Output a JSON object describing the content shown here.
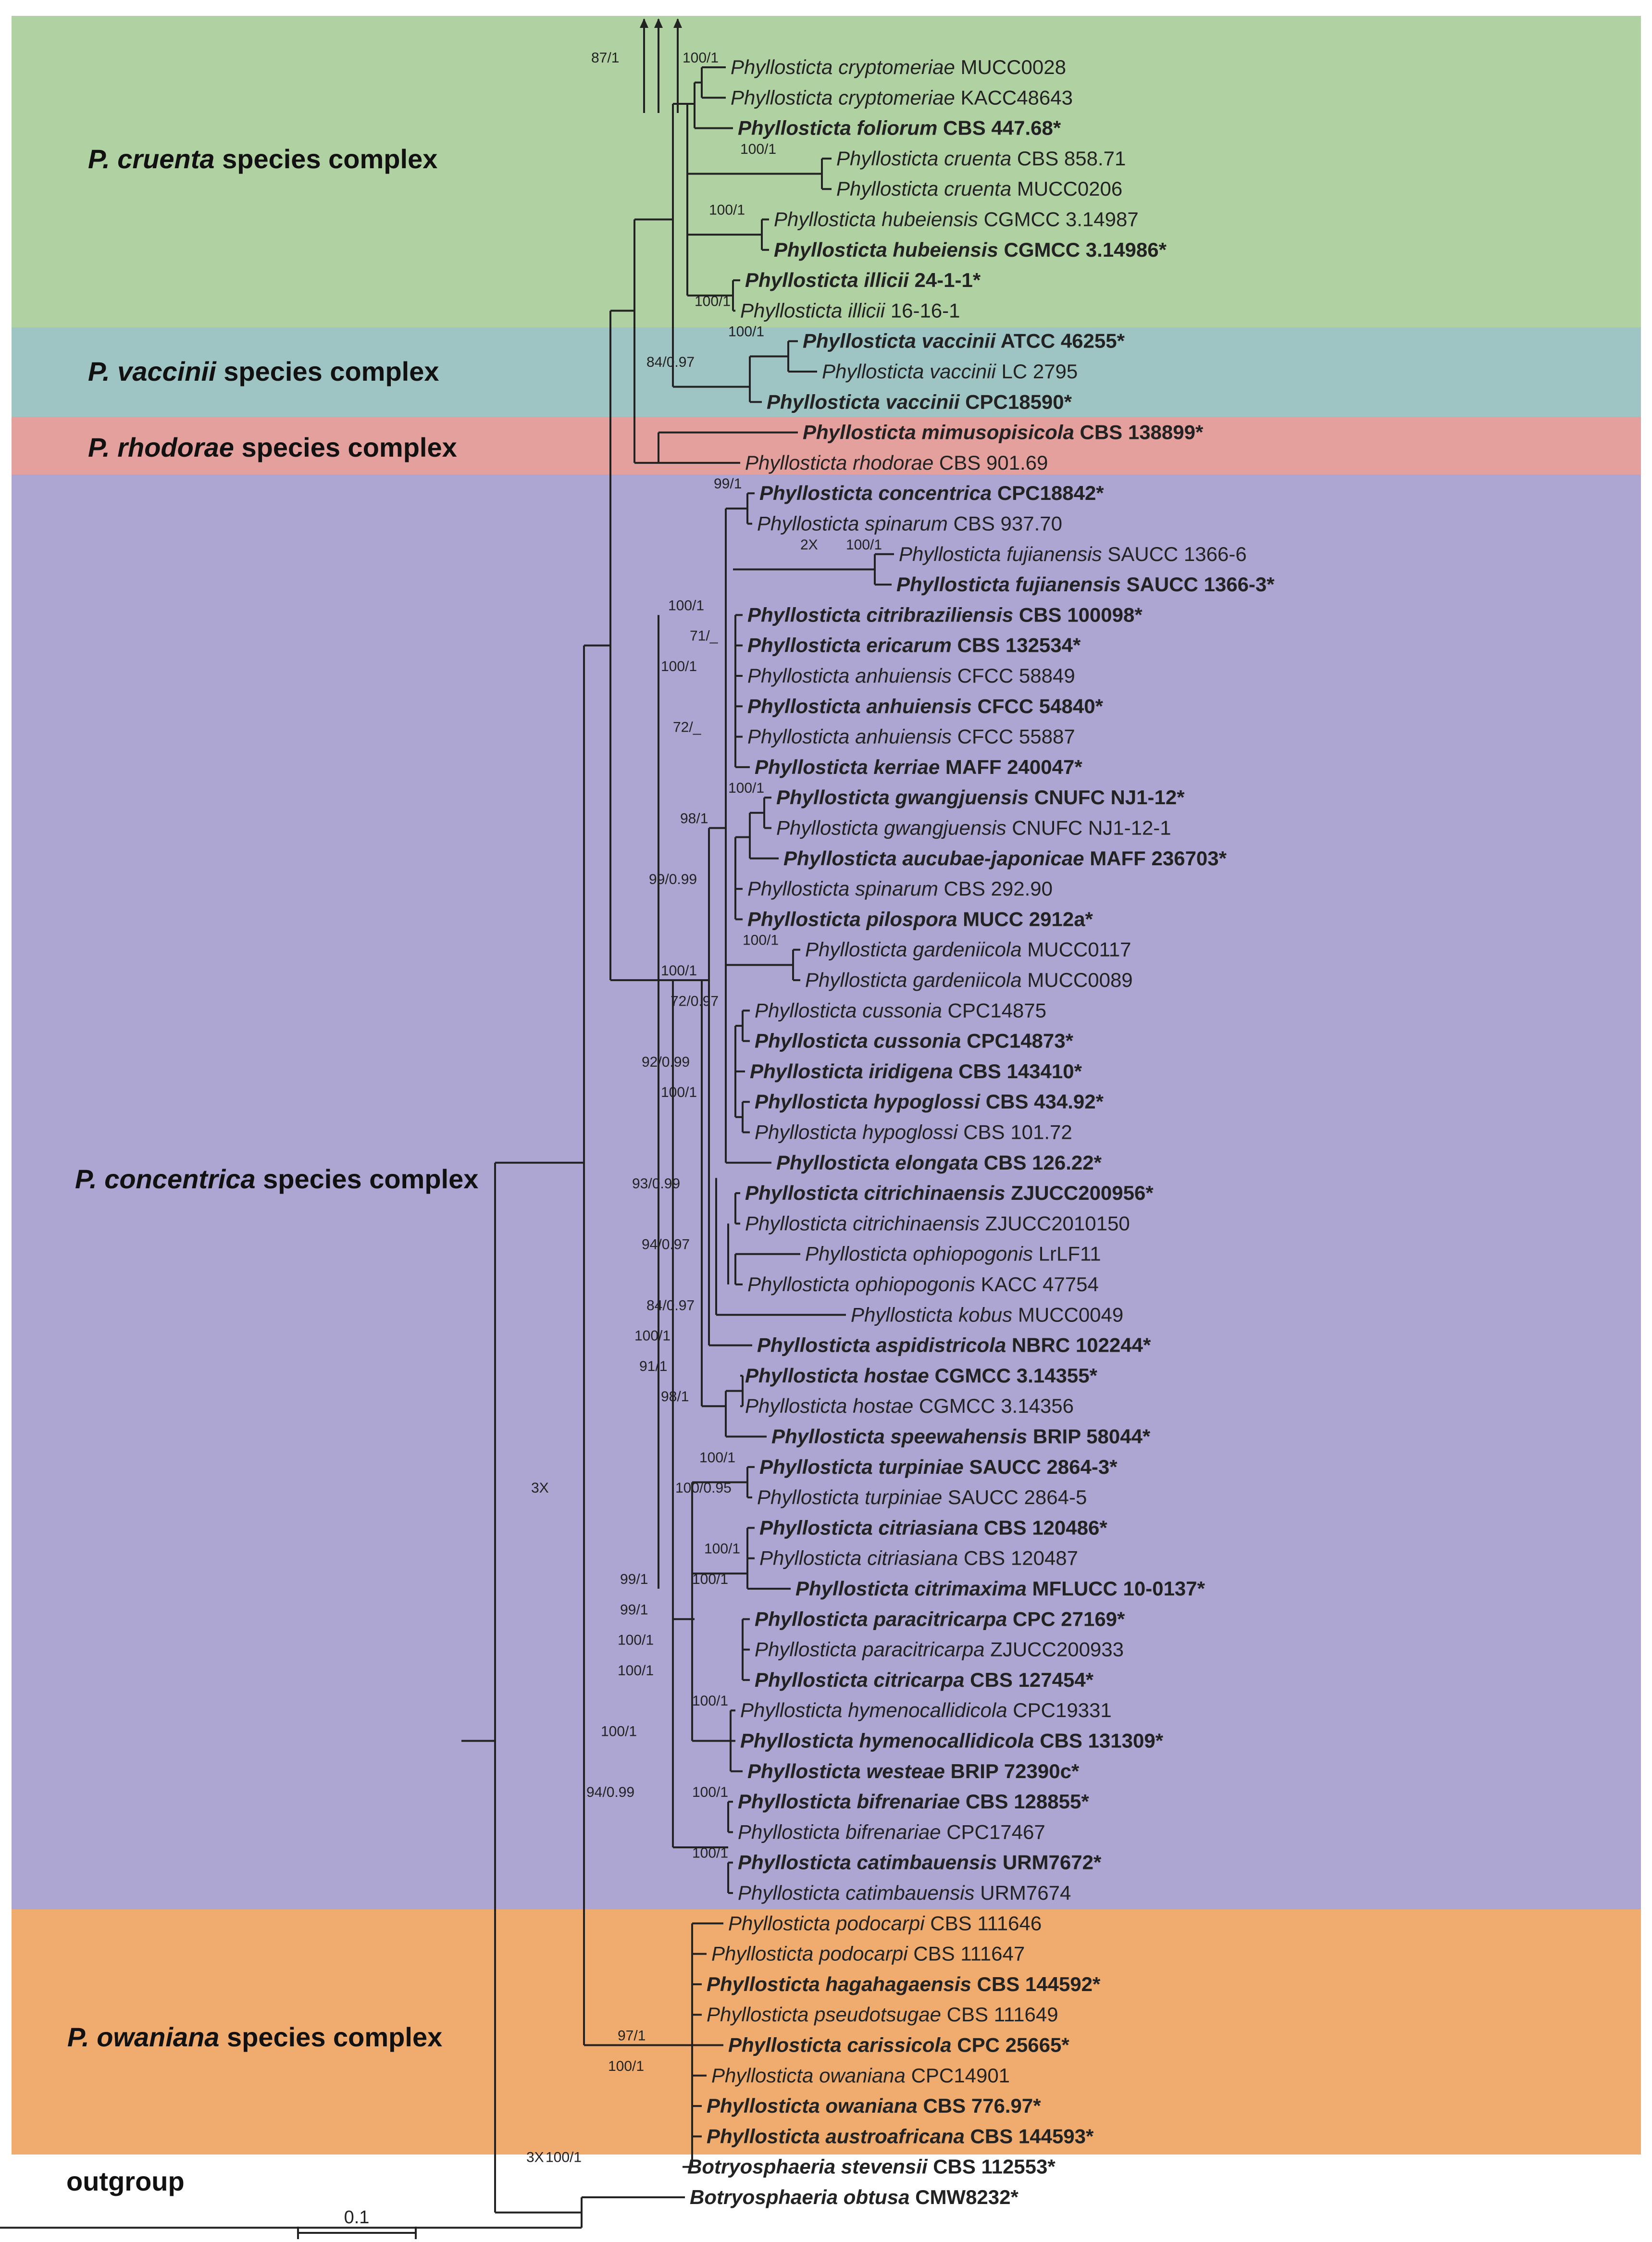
{
  "colors": {
    "cruenta": "#b0d1a1",
    "vaccinii": "#9ec4c4",
    "rhodorae": "#e4a09c",
    "concentrica": "#ada5d2",
    "owaniana": "#efac6e",
    "new_species": "#e8473a"
  },
  "clades": [
    {
      "italic": "P. cruenta",
      "suffix": " species complex"
    },
    {
      "italic": "P. vaccinii",
      "suffix": " species complex"
    },
    {
      "italic": "P. rhodorae",
      "suffix": " species complex"
    },
    {
      "italic": "P. concentrica",
      "suffix": " species complex"
    },
    {
      "italic": "P. owaniana",
      "suffix": " species complex"
    },
    {
      "italic": "",
      "suffix": "outgroup"
    }
  ],
  "taxa": [
    {
      "genus": "Phyllosticta",
      "species": "cryptomeriae",
      "strain": "MUCC0028",
      "bold": false,
      "new": false
    },
    {
      "genus": "Phyllosticta",
      "species": "cryptomeriae",
      "strain": "KACC48643",
      "bold": false,
      "new": false
    },
    {
      "genus": "Phyllosticta",
      "species": "foliorum",
      "strain": "CBS 447.68*",
      "bold": true,
      "new": false
    },
    {
      "genus": "Phyllosticta",
      "species": "cruenta",
      "strain": "CBS 858.71",
      "bold": false,
      "new": false
    },
    {
      "genus": "Phyllosticta",
      "species": "cruenta",
      "strain": "MUCC0206",
      "bold": false,
      "new": false
    },
    {
      "genus": "Phyllosticta",
      "species": "hubeiensis",
      "strain": "CGMCC 3.14987",
      "bold": false,
      "new": false
    },
    {
      "genus": "Phyllosticta",
      "species": "hubeiensis",
      "strain": "CGMCC 3.14986*",
      "bold": true,
      "new": false
    },
    {
      "genus": "Phyllosticta",
      "species": "illicii",
      "strain": "24-1-1*",
      "bold": true,
      "new": false
    },
    {
      "genus": "Phyllosticta",
      "species": "illicii",
      "strain": "16-16-1",
      "bold": false,
      "new": false
    },
    {
      "genus": "Phyllosticta",
      "species": "vaccinii",
      "strain": "ATCC 46255*",
      "bold": true,
      "new": false
    },
    {
      "genus": "Phyllosticta",
      "species": "vaccinii",
      "strain": "LC 2795",
      "bold": false,
      "new": false
    },
    {
      "genus": "Phyllosticta",
      "species": "vaccinii",
      "strain": "CPC18590*",
      "bold": true,
      "new": false
    },
    {
      "genus": "Phyllosticta",
      "species": "mimusopisicola",
      "strain": "CBS 138899*",
      "bold": true,
      "new": false
    },
    {
      "genus": "Phyllosticta",
      "species": "rhodorae",
      "strain": "CBS 901.69",
      "bold": false,
      "new": false
    },
    {
      "genus": "Phyllosticta",
      "species": "concentrica",
      "strain": "CPC18842*",
      "bold": true,
      "new": false
    },
    {
      "genus": "Phyllosticta",
      "species": "spinarum",
      "strain": "CBS 937.70",
      "bold": false,
      "new": false
    },
    {
      "genus": "Phyllosticta",
      "species": "fujianensis",
      "strain": "SAUCC 1366-6",
      "bold": false,
      "new": true
    },
    {
      "genus": "Phyllosticta",
      "species": "fujianensis",
      "strain": "SAUCC 1366-3*",
      "bold": true,
      "new": true
    },
    {
      "genus": "Phyllosticta",
      "species": "citribraziliensis",
      "strain": "CBS 100098*",
      "bold": true,
      "new": false
    },
    {
      "genus": "Phyllosticta",
      "species": "ericarum",
      "strain": "CBS 132534*",
      "bold": true,
      "new": false
    },
    {
      "genus": "Phyllosticta",
      "species": "anhuiensis",
      "strain": "CFCC 58849",
      "bold": false,
      "new": false
    },
    {
      "genus": "Phyllosticta",
      "species": "anhuiensis",
      "strain": "CFCC 54840*",
      "bold": true,
      "new": false
    },
    {
      "genus": "Phyllosticta",
      "species": "anhuiensis",
      "strain": "CFCC 55887",
      "bold": false,
      "new": false
    },
    {
      "genus": "Phyllosticta",
      "species": "kerriae",
      "strain": "MAFF 240047*",
      "bold": true,
      "new": false
    },
    {
      "genus": "Phyllosticta",
      "species": "gwangjuensis",
      "strain": "CNUFC NJ1-12*",
      "bold": true,
      "new": false
    },
    {
      "genus": "Phyllosticta",
      "species": "gwangjuensis",
      "strain": "CNUFC NJ1-12-1",
      "bold": false,
      "new": false
    },
    {
      "genus": "Phyllosticta",
      "species": "aucubae-japonicae",
      "strain": "MAFF 236703*",
      "bold": true,
      "new": false
    },
    {
      "genus": "Phyllosticta",
      "species": "spinarum",
      "strain": "CBS 292.90",
      "bold": false,
      "new": false
    },
    {
      "genus": "Phyllosticta",
      "species": "pilospora",
      "strain": "MUCC 2912a*",
      "bold": true,
      "new": false
    },
    {
      "genus": "Phyllosticta",
      "species": "gardeniicola",
      "strain": "MUCC0117",
      "bold": false,
      "new": false
    },
    {
      "genus": "Phyllosticta",
      "species": "gardeniicola",
      "strain": "MUCC0089",
      "bold": false,
      "new": false
    },
    {
      "genus": "Phyllosticta",
      "species": "cussonia",
      "strain": "CPC14875",
      "bold": false,
      "new": false
    },
    {
      "genus": "Phyllosticta",
      "species": "cussonia",
      "strain": "CPC14873*",
      "bold": true,
      "new": false
    },
    {
      "genus": "Phyllosticta",
      "species": "iridigena",
      "strain": "CBS 143410*",
      "bold": true,
      "new": false
    },
    {
      "genus": "Phyllosticta",
      "species": "hypoglossi",
      "strain": "CBS 434.92*",
      "bold": true,
      "new": false
    },
    {
      "genus": "Phyllosticta",
      "species": "hypoglossi",
      "strain": "CBS 101.72",
      "bold": false,
      "new": false
    },
    {
      "genus": "Phyllosticta",
      "species": "elongata",
      "strain": "CBS 126.22*",
      "bold": true,
      "new": false
    },
    {
      "genus": "Phyllosticta",
      "species": "citrichinaensis",
      "strain": "ZJUCC200956*",
      "bold": true,
      "new": false
    },
    {
      "genus": "Phyllosticta",
      "species": "citrichinaensis",
      "strain": "ZJUCC2010150",
      "bold": false,
      "new": false
    },
    {
      "genus": "Phyllosticta",
      "species": "ophiopogonis",
      "strain": "LrLF11",
      "bold": false,
      "new": false
    },
    {
      "genus": "Phyllosticta",
      "species": "ophiopogonis",
      "strain": "KACC 47754",
      "bold": false,
      "new": false
    },
    {
      "genus": "Phyllosticta",
      "species": "kobus",
      "strain": "MUCC0049",
      "bold": false,
      "new": false
    },
    {
      "genus": "Phyllosticta",
      "species": "aspidistricola",
      "strain": "NBRC 102244*",
      "bold": true,
      "new": false
    },
    {
      "genus": "Phyllosticta",
      "species": "hostae",
      "strain": "CGMCC 3.14355*",
      "bold": true,
      "new": false
    },
    {
      "genus": "Phyllosticta",
      "species": "hostae",
      "strain": "CGMCC 3.14356",
      "bold": false,
      "new": false
    },
    {
      "genus": "Phyllosticta",
      "species": "speewahensis",
      "strain": "BRIP 58044*",
      "bold": true,
      "new": false
    },
    {
      "genus": "Phyllosticta",
      "species": "turpiniae",
      "strain": "SAUCC 2864-3*",
      "bold": true,
      "new": true
    },
    {
      "genus": "Phyllosticta",
      "species": "turpiniae",
      "strain": "SAUCC 2864-5",
      "bold": false,
      "new": true
    },
    {
      "genus": "Phyllosticta",
      "species": "citriasiana",
      "strain": "CBS 120486*",
      "bold": true,
      "new": false
    },
    {
      "genus": "Phyllosticta",
      "species": "citriasiana",
      "strain": "CBS 120487",
      "bold": false,
      "new": false
    },
    {
      "genus": "Phyllosticta",
      "species": "citrimaxima",
      "strain": "MFLUCC 10-0137*",
      "bold": true,
      "new": false
    },
    {
      "genus": "Phyllosticta",
      "species": "paracitricarpa",
      "strain": "CPC 27169*",
      "bold": true,
      "new": false
    },
    {
      "genus": "Phyllosticta",
      "species": "paracitricarpa",
      "strain": "ZJUCC200933",
      "bold": false,
      "new": false
    },
    {
      "genus": "Phyllosticta",
      "species": "citricarpa",
      "strain": "CBS 127454*",
      "bold": true,
      "new": false
    },
    {
      "genus": "Phyllosticta",
      "species": "hymenocallidicola",
      "strain": "CPC19331",
      "bold": false,
      "new": false
    },
    {
      "genus": "Phyllosticta",
      "species": "hymenocallidicola",
      "strain": "CBS 131309*",
      "bold": true,
      "new": false
    },
    {
      "genus": "Phyllosticta",
      "species": "westeae",
      "strain": "BRIP 72390c*",
      "bold": true,
      "new": false
    },
    {
      "genus": "Phyllosticta",
      "species": "bifrenariae",
      "strain": "CBS 128855*",
      "bold": true,
      "new": false
    },
    {
      "genus": "Phyllosticta",
      "species": "bifrenariae",
      "strain": "CPC17467",
      "bold": false,
      "new": false
    },
    {
      "genus": "Phyllosticta",
      "species": "catimbauensis",
      "strain": "URM7672*",
      "bold": true,
      "new": false
    },
    {
      "genus": "Phyllosticta",
      "species": "catimbauensis",
      "strain": "URM7674",
      "bold": false,
      "new": false
    },
    {
      "genus": "Phyllosticta",
      "species": "podocarpi",
      "strain": "CBS 111646",
      "bold": false,
      "new": false
    },
    {
      "genus": "Phyllosticta",
      "species": "podocarpi",
      "strain": "CBS 111647",
      "bold": false,
      "new": false
    },
    {
      "genus": "Phyllosticta",
      "species": "hagahagaensis",
      "strain": "CBS 144592*",
      "bold": true,
      "new": false
    },
    {
      "genus": "Phyllosticta",
      "species": "pseudotsugae",
      "strain": "CBS 111649",
      "bold": false,
      "new": false
    },
    {
      "genus": "Phyllosticta",
      "species": "carissicola",
      "strain": "CPC 25665*",
      "bold": true,
      "new": false
    },
    {
      "genus": "Phyllosticta",
      "species": "owaniana",
      "strain": "CPC14901",
      "bold": false,
      "new": false
    },
    {
      "genus": "Phyllosticta",
      "species": "owaniana",
      "strain": "CBS 776.97*",
      "bold": true,
      "new": false
    },
    {
      "genus": "Phyllosticta",
      "species": "austroafricana",
      "strain": "CBS 144593*",
      "bold": true,
      "new": false
    },
    {
      "genus": "Botryosphaeria",
      "species": "stevensii",
      "strain": "CBS 112553*",
      "bold": true,
      "new": false
    },
    {
      "genus": "Botryosphaeria",
      "species": "obtusa",
      "strain": "CMW8232*",
      "bold": true,
      "new": false
    }
  ],
  "supports": [
    {
      "text": "87/1",
      "taxon": 0
    },
    {
      "text": "100/1",
      "taxon": 0
    },
    {
      "text": "100/1",
      "taxon": 3
    },
    {
      "text": "100/1",
      "taxon": 5
    },
    {
      "text": "100/1",
      "taxon": 8
    },
    {
      "text": "100/1",
      "taxon": 9
    },
    {
      "text": "84/0.97",
      "taxon": 10
    },
    {
      "text": "99/1",
      "taxon": 14
    },
    {
      "text": "2X",
      "taxon": 16
    },
    {
      "text": "100/1",
      "taxon": 16
    },
    {
      "text": "100/1",
      "taxon": 18
    },
    {
      "text": "71/_",
      "taxon": 19
    },
    {
      "text": "100/1",
      "taxon": 20
    },
    {
      "text": "72/_",
      "taxon": 22
    },
    {
      "text": "100/1",
      "taxon": 24
    },
    {
      "text": "98/1",
      "taxon": 25
    },
    {
      "text": "99/0.99",
      "taxon": 27
    },
    {
      "text": "100/1",
      "taxon": 29
    },
    {
      "text": "100/1",
      "taxon": 30
    },
    {
      "text": "72/0.97",
      "taxon": 31
    },
    {
      "text": "92/0.99",
      "taxon": 33
    },
    {
      "text": "100/1",
      "taxon": 34
    },
    {
      "text": "93/0.99",
      "taxon": 37
    },
    {
      "text": "94/0.97",
      "taxon": 39
    },
    {
      "text": "84/0.97",
      "taxon": 41
    },
    {
      "text": "100/1",
      "taxon": 42
    },
    {
      "text": "91/1",
      "taxon": 43
    },
    {
      "text": "98/1",
      "taxon": 44
    },
    {
      "text": "100/1",
      "taxon": 46
    },
    {
      "text": "3X",
      "taxon": 47
    },
    {
      "text": "100/0.95",
      "taxon": 47
    },
    {
      "text": "100/1",
      "taxon": 49
    },
    {
      "text": "99/1",
      "taxon": 50
    },
    {
      "text": "100/1",
      "taxon": 50
    },
    {
      "text": "99/1",
      "taxon": 51
    },
    {
      "text": "100/1",
      "taxon": 52
    },
    {
      "text": "100/1",
      "taxon": 53
    },
    {
      "text": "100/1",
      "taxon": 54
    },
    {
      "text": "100/1",
      "taxon": 55
    },
    {
      "text": "100/1",
      "taxon": 57
    },
    {
      "text": "94/0.99",
      "taxon": 57
    },
    {
      "text": "100/1",
      "taxon": 59
    },
    {
      "text": "97/1",
      "taxon": 65
    },
    {
      "text": "100/1",
      "taxon": 66
    },
    {
      "text": "3X",
      "taxon": 69
    },
    {
      "text": "100/1",
      "taxon": 69
    }
  ],
  "scale_bar": {
    "label": "0.1"
  }
}
